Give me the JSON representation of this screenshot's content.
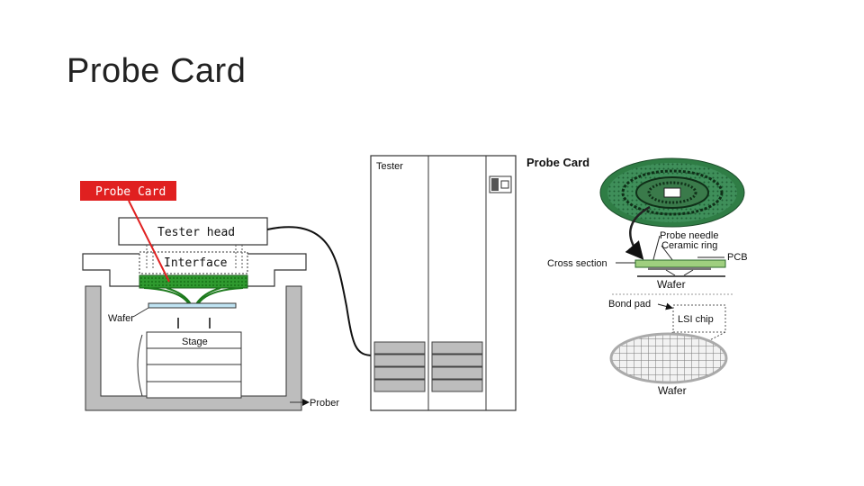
{
  "slide": {
    "title": "Probe Card"
  },
  "left_diagram": {
    "callout": "Probe Card",
    "tester_head": "Tester head",
    "interface": "Interface",
    "wafer": "Wafer",
    "stage": "Stage",
    "prober": "Prober",
    "tester": "Tester"
  },
  "right_diagram": {
    "title": "Probe Card",
    "probe_needle": "Probe needle",
    "ceramic_ring": "Ceramic ring",
    "cross_section": "Cross section",
    "pcb": "PCB",
    "wafer_top": "Wafer",
    "bond_pad": "Bond pad",
    "lsi_chip": "LSI chip",
    "wafer_bottom": "Wafer"
  },
  "colors": {
    "callout_red": "#e02020",
    "pcb_green": "#2f9a2f",
    "card_green": "#3f8f5a",
    "wafer_blue": "#bfe3f2",
    "panel_grey": "#bdbdbd"
  }
}
